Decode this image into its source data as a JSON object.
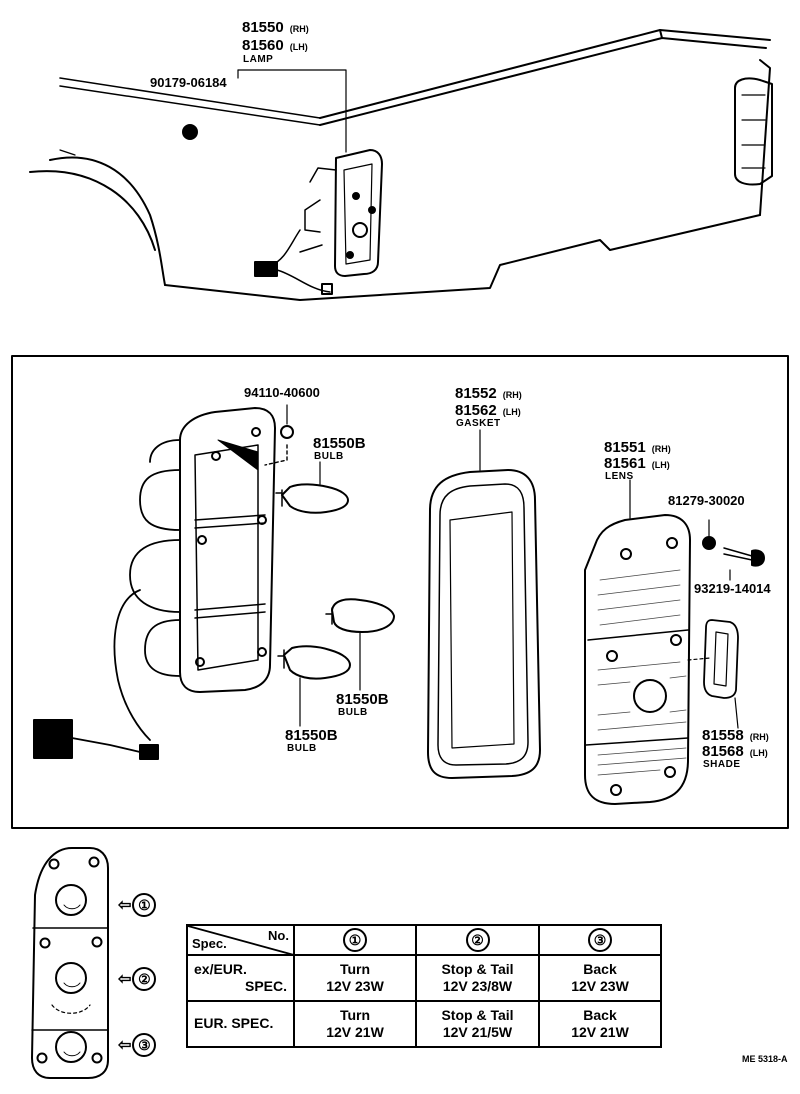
{
  "parts": {
    "lamp_rh": "81550",
    "lamp_rh_sfx": "(RH)",
    "lamp_lh": "81560",
    "lamp_lh_sfx": "(LH)",
    "lamp_name": "LAMP",
    "nut_top": "90179-06184",
    "nut_box": "94110-40600",
    "bulb_1": "81550B",
    "bulb_2": "81550B",
    "bulb_3": "81550B",
    "bulb_name": "BULB",
    "gasket_rh": "81552",
    "gasket_rh_sfx": "(RH)",
    "gasket_lh": "81562",
    "gasket_lh_sfx": "(LH)",
    "gasket_name": "GASKET",
    "lens_rh": "81551",
    "lens_rh_sfx": "(RH)",
    "lens_lh": "81561",
    "lens_lh_sfx": "(LH)",
    "lens_name": "LENS",
    "washer": "81279-30020",
    "screw": "93219-14014",
    "shade_rh": "81558",
    "shade_rh_sfx": "(RH)",
    "shade_lh": "81568",
    "shade_lh_sfx": "(LH)",
    "shade_name": "SHADE"
  },
  "callouts": [
    "①",
    "②",
    "③"
  ],
  "table": {
    "header_spec": "Spec.",
    "header_no": "No.",
    "columns": [
      "①",
      "②",
      "③"
    ],
    "rows": [
      {
        "label_1": "ex/EUR.",
        "label_2": "SPEC.",
        "cells": [
          [
            "Turn",
            "12V 23W"
          ],
          [
            "Stop & Tail",
            "12V 23/8W"
          ],
          [
            "Back",
            "12V 23W"
          ]
        ]
      },
      {
        "label_1": "EUR. SPEC.",
        "label_2": "",
        "cells": [
          [
            "Turn",
            "12V 21W"
          ],
          [
            "Stop & Tail",
            "12V 21/5W"
          ],
          [
            "Back",
            "12V 21W"
          ]
        ]
      }
    ]
  },
  "diagram_code": "ME 5318-A"
}
